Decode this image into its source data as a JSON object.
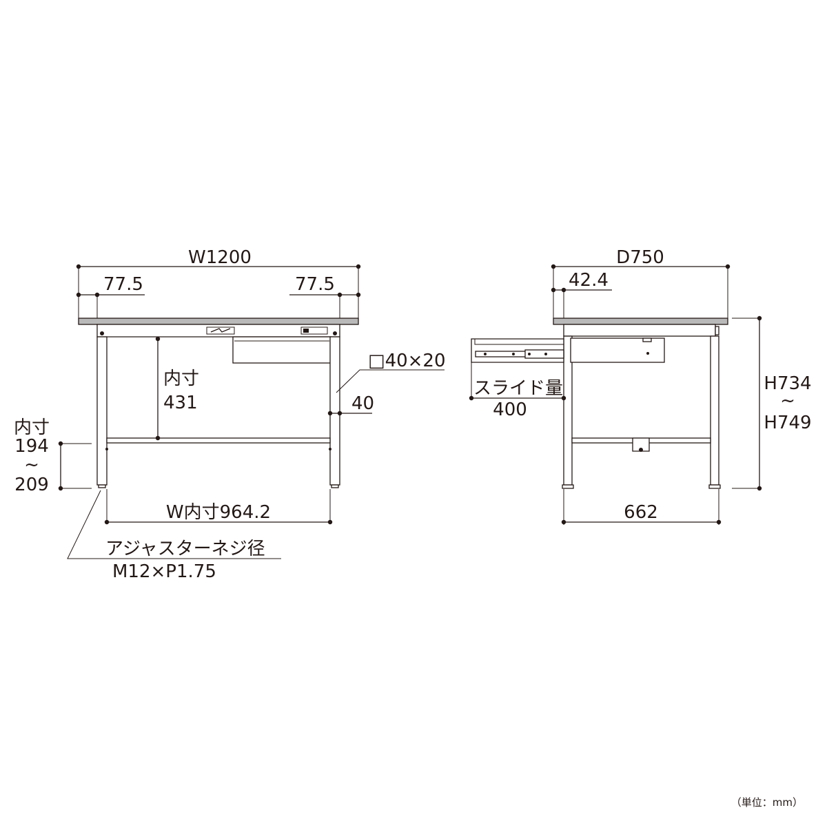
{
  "front_view": {
    "overall_width": "W1200",
    "left_offset": "77.5",
    "right_offset": "77.5",
    "inner_height_label": "内寸",
    "inner_height_value": "431",
    "frame_section": "□40×20",
    "frame_width": "40",
    "lower_inner_label": "内寸",
    "lower_inner_min": "194",
    "lower_inner_tilde": "~",
    "lower_inner_max": "209",
    "inner_width": "W内寸964.2",
    "adjuster_label": "アジャスターネジ径",
    "adjuster_spec": "M12×P1.75"
  },
  "side_view": {
    "depth": "D750",
    "front_offset": "42.4",
    "slide_label": "スライド量",
    "slide_value": "400",
    "height_min": "H734",
    "height_tilde": "~",
    "height_max": "H749",
    "leg_span": "662"
  },
  "unit_note": "（単位：mm）"
}
